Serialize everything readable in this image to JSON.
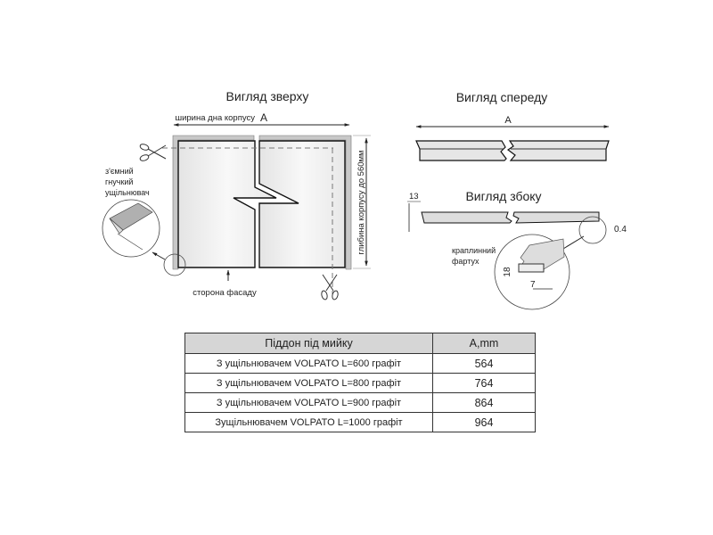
{
  "top_view": {
    "title": "Вигляд зверху",
    "width_label": "ширина дна корпусу",
    "width_symbol": "A",
    "depth_label": "глибина  корпусу до 560мм",
    "seal_label_lines": [
      "з'ємний",
      "гнучкий",
      "ущільнювач"
    ],
    "facade_label": "сторона фасаду"
  },
  "front_view": {
    "title": "Вигляд спереду",
    "width_symbol": "A"
  },
  "side_view": {
    "title": "Вигляд збоку",
    "height_dim": "13",
    "gap_dim": "0.4",
    "drip_label_lines": [
      "краплинний",
      "фартух"
    ],
    "drip_height_dim": "18",
    "drip_width_dim": "7"
  },
  "table": {
    "headers": [
      "Піддон під мийку",
      "A,mm"
    ],
    "rows": [
      {
        "name": "З ущільнювачем VOLPATO L=600 графіт",
        "a": "564"
      },
      {
        "name": "З ущільнювачем VOLPATO L=800 графіт",
        "a": "764"
      },
      {
        "name": "З ущільнювачем  VOLPATO L=900 графіт",
        "a": "864"
      },
      {
        "name": "Зущільнювачем VOLPATO L=1000 графіт",
        "a": "964"
      }
    ]
  }
}
